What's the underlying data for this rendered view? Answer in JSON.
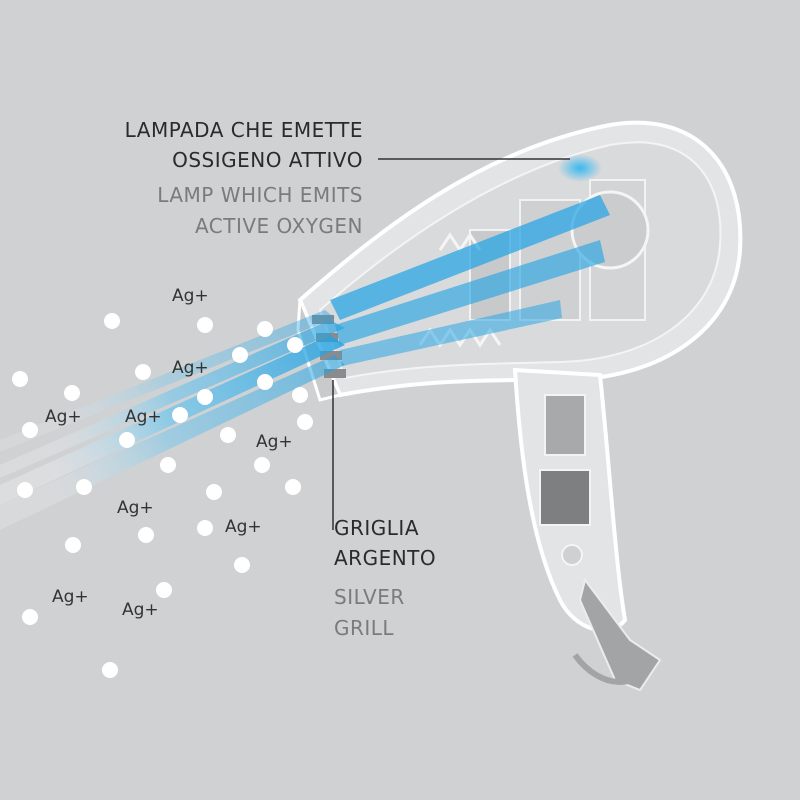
{
  "labels": {
    "lamp": {
      "it_line1": "LAMPADA CHE EMETTE",
      "it_line2": "OSSIGENO ATTIVO",
      "en_line1": "LAMP WHICH EMITS",
      "en_line2": "ACTIVE OXYGEN"
    },
    "grill": {
      "it_line1": "GRIGLIA",
      "it_line2": "ARGENTO",
      "en_line1": "SILVER",
      "en_line2": "GRILL"
    }
  },
  "ion_label": "Ag+",
  "colors": {
    "background": "#d0d1d3",
    "airflow": "#2aa6e4",
    "lamp_glow": "#3ab8f0",
    "dryer_body": "#e6e7e9",
    "dryer_outline": "#ffffff",
    "italian_text": "#2b2b2b",
    "english_text": "#7b7b7b"
  }
}
